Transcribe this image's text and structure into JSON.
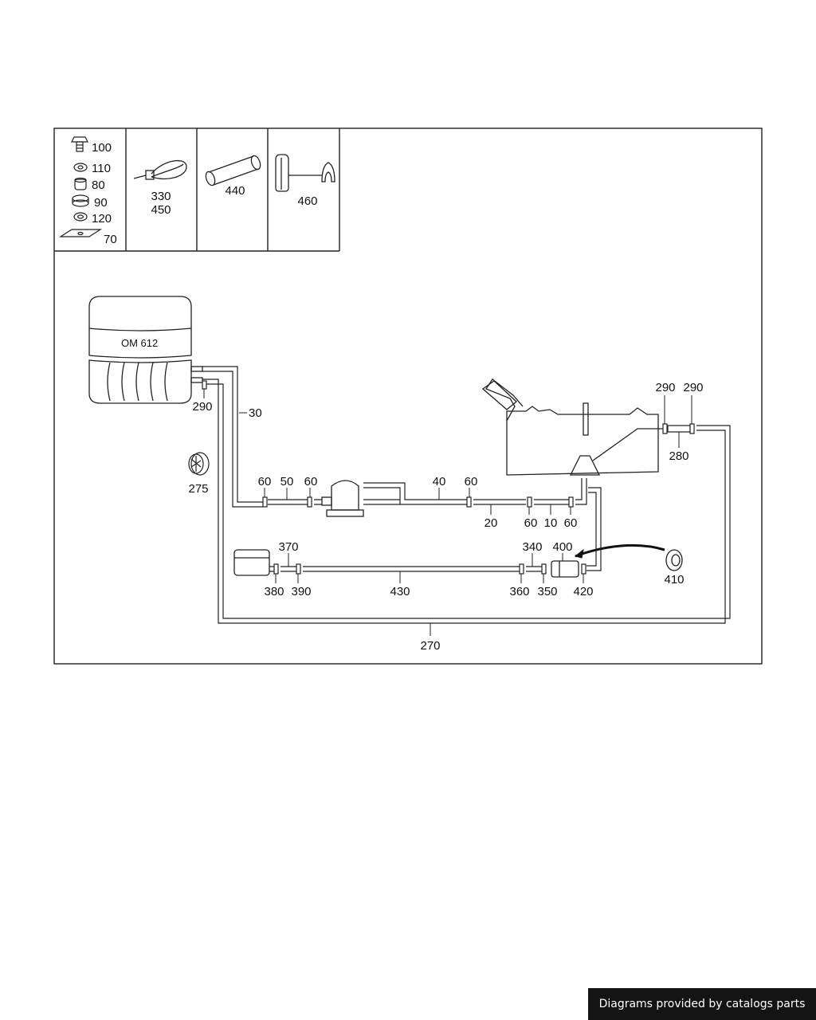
{
  "engine": {
    "label": "OM 612"
  },
  "legend": {
    "cell1": [
      "100",
      "110",
      "80",
      "90",
      "120",
      "70"
    ],
    "cell2": [
      "330",
      "450"
    ],
    "cell3": [
      "440"
    ],
    "cell4": [
      "460"
    ]
  },
  "callouts": {
    "c290a": "290",
    "c30": "30",
    "c275": "275",
    "c60a": "60",
    "c50": "50",
    "c60b": "60",
    "c40": "40",
    "c60c": "60",
    "c20": "20",
    "c60d": "60",
    "c10": "10",
    "c60e": "60",
    "c290b": "290",
    "c290c": "290",
    "c280": "280",
    "c370": "370",
    "c380": "380",
    "c390": "390",
    "c430": "430",
    "c340": "340",
    "c400": "400",
    "c360": "360",
    "c350": "350",
    "c420": "420",
    "c410": "410",
    "c270": "270"
  },
  "footer": {
    "text": "Diagrams provided by catalogs parts"
  }
}
